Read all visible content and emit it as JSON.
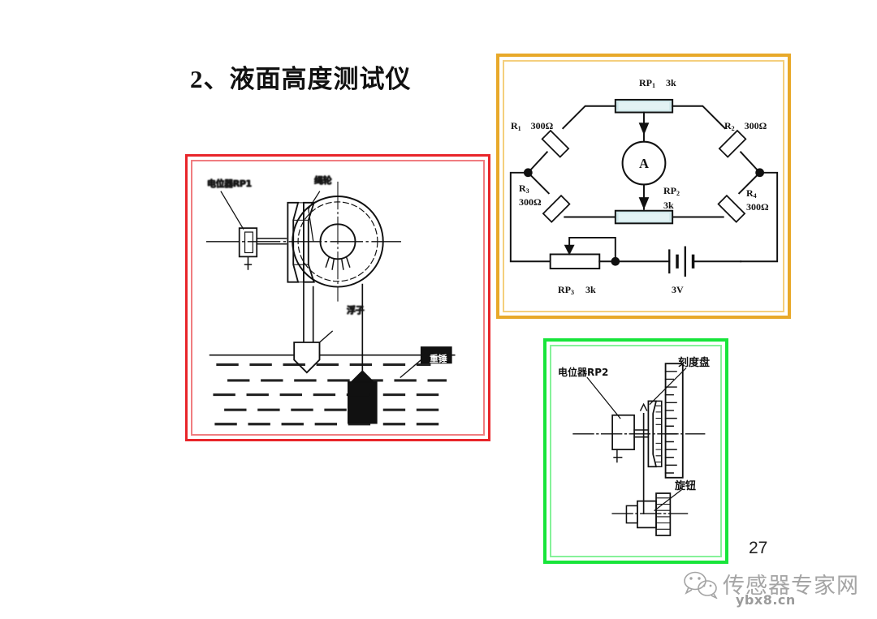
{
  "slide": {
    "title": "2、液面高度测试仪",
    "page_number": "27",
    "background_color": "#ffffff"
  },
  "watermark": {
    "icon": "wechat-icon",
    "brand": "传感器专家网",
    "url": "ybx8.cn"
  },
  "float_diagram": {
    "name": "液面高度测试仪机械结构图",
    "border_color": "#e8252a",
    "labels": {
      "potentiometer": "电位器RP1",
      "rope_pulley": "绳轮",
      "float": "浮子",
      "counterweight": "重锤"
    }
  },
  "circuit_diagram": {
    "name": "电桥测量电路",
    "border_color": "#e8a92a",
    "pot_fill_color": "#cfe7ea",
    "components": {
      "rp1": {
        "label": "RP",
        "sub": "1",
        "value": "3k"
      },
      "rp2": {
        "label": "RP",
        "sub": "2",
        "value": "3k"
      },
      "rp3": {
        "label": "RP",
        "sub": "3",
        "value": "3k"
      },
      "r1": {
        "label": "R",
        "sub": "1",
        "value": "300Ω"
      },
      "r2": {
        "label": "R",
        "sub": "2",
        "value": "300Ω"
      },
      "r3": {
        "label": "R",
        "sub": "3",
        "value": "300Ω"
      },
      "r4": {
        "label": "R",
        "sub": "4",
        "value": "300Ω"
      },
      "ammeter": "A",
      "battery": "3V"
    }
  },
  "dial_diagram": {
    "name": "刻度盘指示机构图",
    "border_color": "#17e53a",
    "labels": {
      "potentiometer": "电位器RP2",
      "dial": "刻度盘",
      "knob": "旋钮"
    }
  }
}
